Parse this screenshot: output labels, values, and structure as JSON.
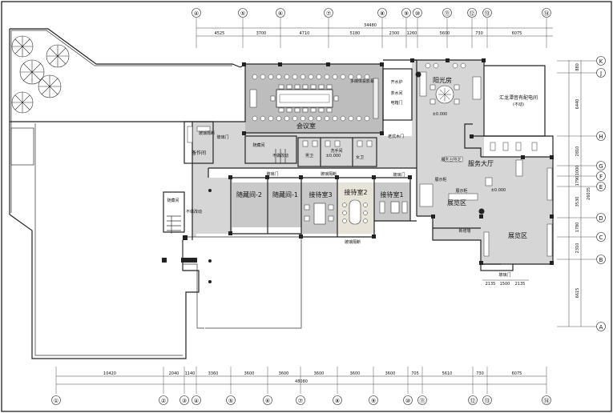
{
  "axes": {
    "top": [
      "④",
      "⑤",
      "⑥",
      "⑦",
      "⑧",
      "⑨",
      "⑩",
      "⑪",
      "⑫",
      "⑬",
      "⑭"
    ],
    "bottom": [
      "①",
      "②",
      "③",
      "④",
      "⑤",
      "⑥",
      "⑦",
      "⑧",
      "⑨",
      "⑩",
      "⑪",
      "⑫",
      "⑬",
      "⑭"
    ],
    "right": [
      "K",
      "J",
      "H",
      "G",
      "F",
      "E",
      "D",
      "C",
      "B",
      "A"
    ]
  },
  "dims": {
    "top_total": "34480",
    "top": [
      "4525",
      "3700",
      "4710",
      "5180",
      "2300",
      "1260",
      "5600",
      "730",
      "6075"
    ],
    "bottom_total": "48080",
    "bottom": [
      "10420",
      "2040",
      "1140",
      "3360",
      "3600",
      "3600",
      "3600",
      "3600",
      "3600",
      "705",
      "5610",
      "730",
      "6075"
    ],
    "right_total": "26035",
    "right": [
      "880",
      "6440",
      "2810",
      "1000",
      "1790",
      "3530",
      "1780",
      "2310",
      "6615"
    ],
    "bottom_entry": [
      "2135",
      "1500",
      "2135"
    ]
  },
  "rooms": {
    "meeting": "会议室",
    "sunroom": "阳光房",
    "reception_hall": "服务大厅",
    "exhibit_1": "展览区",
    "exhibit_2": "展览区",
    "collection_2": "随藏间-2",
    "collection_1": "随藏间-1",
    "recept_3": "接待室3",
    "recept_2": "接待室2",
    "recept_1": "接待室1",
    "pantry": "备作间",
    "switch_room": "汇龙潭音有配电间",
    "switch_note": "(不动)",
    "male_wc": "男卫",
    "female_wc": "女卫",
    "wash": "洗手间",
    "collect_small": "随藏间",
    "collect_small_note": "不做改动",
    "stair_room": "随藏间",
    "stair_note": "不做改动",
    "old_door": "老式木门",
    "service_desk": "服务台特定",
    "showcase": "展示柜",
    "showcase_2": "展示柜",
    "new_wall": "新增墙",
    "glass_door_1": "玻璃门",
    "glass_door_2": "玻璃门",
    "glass_door_3": "玻璃门",
    "glass_door_4": "玻璃门",
    "glass_partition": "玻璃隔断",
    "glass_partition_2": "玻璃隔断",
    "glass_partition_3": "玻璃隔断",
    "projector": "多媒体投影幕",
    "boiler": "开水炉",
    "tea": "茶水间",
    "elec": "电箱门",
    "level_1": "±0.000",
    "level_2": "±0.000",
    "level_3": "±0.000"
  }
}
